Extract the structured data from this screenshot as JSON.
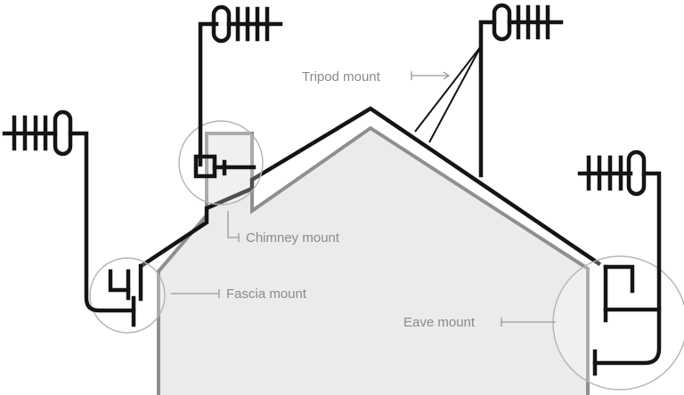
{
  "labels": {
    "tripod": "Tripod mount",
    "chimney": "Chimney mount",
    "fascia": "Fascia mount",
    "eave": "Eave mount"
  },
  "colors": {
    "background": "#ffffff",
    "house_fill": "#ebebeb",
    "house_outline": "#8f8f8f",
    "antenna": "#141414",
    "label_text": "#8a8a8a",
    "callout_circle": "#b3b3b3"
  }
}
